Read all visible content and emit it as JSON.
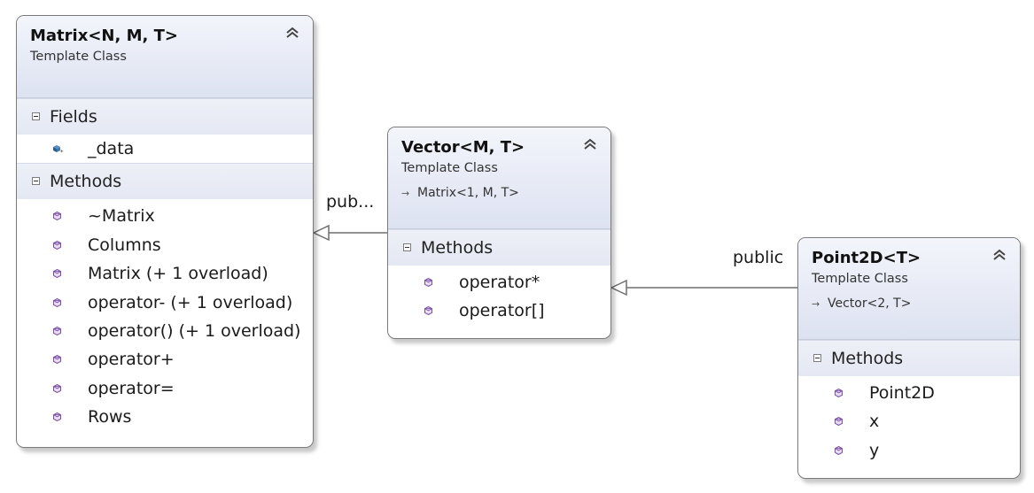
{
  "matrix": {
    "title": "Matrix<N, M, T>",
    "stereotype": "Template Class",
    "fields_label": "Fields",
    "fields": [
      "_data"
    ],
    "methods_label": "Methods",
    "methods": [
      "~Matrix",
      "Columns",
      "Matrix (+ 1 overload)",
      "operator- (+ 1 overload)",
      "operator() (+ 1 overload)",
      "operator+",
      "operator=",
      "Rows"
    ]
  },
  "vector": {
    "title": "Vector<M, T>",
    "stereotype": "Template Class",
    "base": "Matrix<1, M, T>",
    "methods_label": "Methods",
    "methods": [
      "operator*",
      "operator[]"
    ]
  },
  "point2d": {
    "title": "Point2D<T>",
    "stereotype": "Template Class",
    "base": "Vector<2, T>",
    "methods_label": "Methods",
    "methods": [
      "Point2D",
      "x",
      "y"
    ]
  },
  "connectors": {
    "vector_to_matrix_label": "pub...",
    "point2d_to_vector_label": "public"
  },
  "colors": {
    "header_gradient_top": "#f3f5fb",
    "header_gradient_bottom": "#dde2f1",
    "method_icon": "#7a4fa3",
    "field_icon": "#2e5f8a",
    "connector": "#6e6e6e"
  }
}
